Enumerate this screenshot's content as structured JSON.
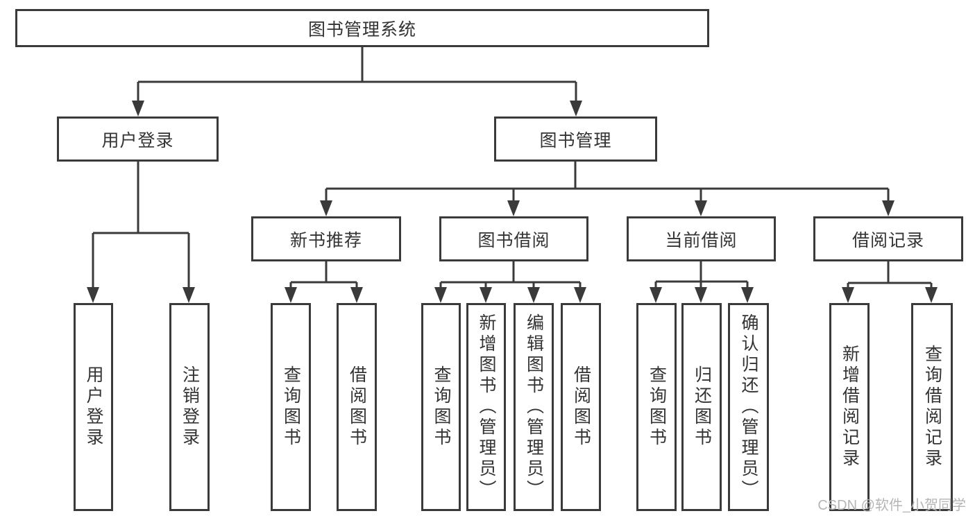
{
  "colors": {
    "line": "#3a3a3a",
    "text": "#333333",
    "watermark": "#b5b5b5",
    "background": "#ffffff"
  },
  "watermark": {
    "text": "CSDN @软件_小贺同学"
  },
  "tree": {
    "root": {
      "label": "图书管理系统",
      "children": [
        {
          "label": "用户登录",
          "children": [
            {
              "label": "用户登录"
            },
            {
              "label": "注销登录"
            }
          ]
        },
        {
          "label": "图书管理",
          "children": [
            {
              "label": "新书推荐",
              "children": [
                {
                  "label": "查询图书"
                },
                {
                  "label": "借阅图书"
                }
              ]
            },
            {
              "label": "图书借阅",
              "children": [
                {
                  "label": "查询图书"
                },
                {
                  "label": "新增图书（管理员）"
                },
                {
                  "label": "编辑图书（管理员）"
                },
                {
                  "label": "借阅图书"
                }
              ]
            },
            {
              "label": "当前借阅",
              "children": [
                {
                  "label": "查询图书"
                },
                {
                  "label": "归还图书"
                },
                {
                  "label": "确认归还（管理员）"
                }
              ]
            },
            {
              "label": "借阅记录",
              "children": [
                {
                  "label": "新增借阅记录"
                },
                {
                  "label": "查询借阅记录"
                }
              ]
            }
          ]
        }
      ]
    }
  }
}
